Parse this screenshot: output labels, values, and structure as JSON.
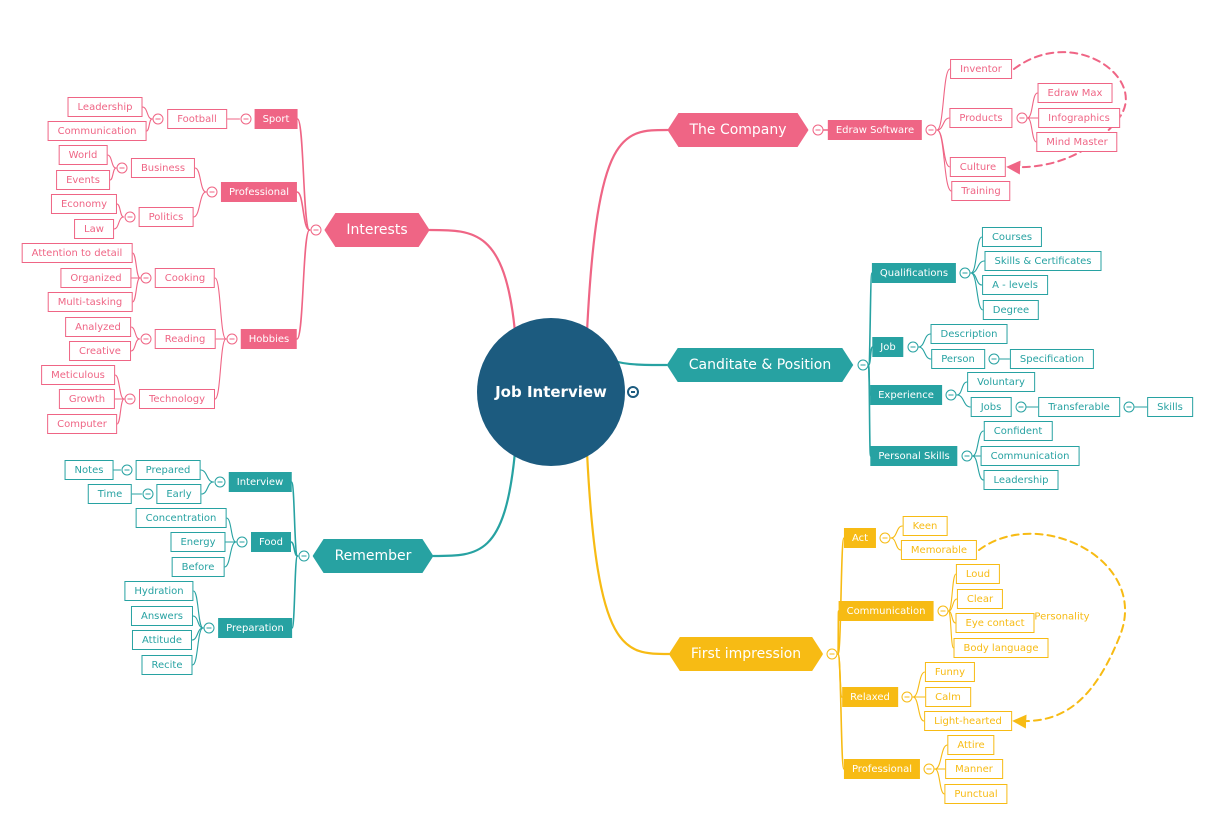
{
  "root": {
    "id": "root",
    "label": "Job Interview",
    "color": "#1c5b7f"
  },
  "branches": [
    {
      "id": "company",
      "label": "The Company",
      "color": "#ef6585",
      "children": [
        {
          "id": "edraw",
          "label": "Edraw Software",
          "children": [
            {
              "id": "inventor",
              "label": "Inventor"
            },
            {
              "id": "products",
              "label": "Products",
              "children": [
                {
                  "id": "edrawmax",
                  "label": "Edraw Max"
                },
                {
                  "id": "infographics",
                  "label": "Infographics"
                },
                {
                  "id": "mindmaster",
                  "label": "Mind Master"
                }
              ]
            },
            {
              "id": "culture",
              "label": "Culture"
            },
            {
              "id": "training",
              "label": "Training"
            }
          ]
        }
      ]
    },
    {
      "id": "candidate",
      "label": "Canditate & Position",
      "color": "#27a2a2",
      "children": [
        {
          "id": "qualifications",
          "label": "Qualifications",
          "children": [
            {
              "id": "courses",
              "label": "Courses"
            },
            {
              "id": "skillscert",
              "label": "Skills & Certificates"
            },
            {
              "id": "alevels",
              "label": "A - levels"
            },
            {
              "id": "degree",
              "label": "Degree"
            }
          ]
        },
        {
          "id": "job",
          "label": "Job",
          "children": [
            {
              "id": "description",
              "label": "Description"
            },
            {
              "id": "person",
              "label": "Person",
              "children": [
                {
                  "id": "specification",
                  "label": "Specification"
                }
              ]
            }
          ]
        },
        {
          "id": "experience",
          "label": "Experience",
          "children": [
            {
              "id": "voluntary",
              "label": "Voluntary"
            },
            {
              "id": "jobs",
              "label": "Jobs",
              "children": [
                {
                  "id": "transferable",
                  "label": "Transferable",
                  "children": [
                    {
                      "id": "skills",
                      "label": "Skills"
                    }
                  ]
                }
              ]
            }
          ]
        },
        {
          "id": "personalskills",
          "label": "Personal Skills",
          "children": [
            {
              "id": "confident",
              "label": "Confident"
            },
            {
              "id": "communication2",
              "label": "Communication"
            },
            {
              "id": "leadership2",
              "label": "Leadership"
            }
          ]
        }
      ]
    },
    {
      "id": "first",
      "label": "First impression",
      "color": "#f7bb14",
      "children": [
        {
          "id": "act",
          "label": "Act",
          "children": [
            {
              "id": "keen",
              "label": "Keen"
            },
            {
              "id": "memorable",
              "label": "Memorable"
            }
          ]
        },
        {
          "id": "comm3",
          "label": "Communication",
          "children": [
            {
              "id": "loud",
              "label": "Loud"
            },
            {
              "id": "clear",
              "label": "Clear"
            },
            {
              "id": "eyecontact",
              "label": "Eye contact"
            },
            {
              "id": "bodylanguage",
              "label": "Body language"
            }
          ]
        },
        {
          "id": "relaxed",
          "label": "Relaxed",
          "children": [
            {
              "id": "funny",
              "label": "Funny"
            },
            {
              "id": "calm",
              "label": "Calm"
            },
            {
              "id": "lighthearted",
              "label": "Light-hearted"
            }
          ]
        },
        {
          "id": "professional2",
          "label": "Professional",
          "children": [
            {
              "id": "attire",
              "label": "Attire"
            },
            {
              "id": "manner",
              "label": "Manner"
            },
            {
              "id": "punctual",
              "label": "Punctual"
            }
          ]
        }
      ]
    },
    {
      "id": "interests",
      "label": "Interests",
      "color": "#ef6585",
      "children": [
        {
          "id": "sport",
          "label": "Sport",
          "children": [
            {
              "id": "football",
              "label": "Football",
              "children": [
                {
                  "id": "leadership1",
                  "label": "Leadership"
                },
                {
                  "id": "communication1",
                  "label": "Communication"
                }
              ]
            }
          ]
        },
        {
          "id": "professional1",
          "label": "Professional",
          "children": [
            {
              "id": "business",
              "label": "Business",
              "children": [
                {
                  "id": "world",
                  "label": "World"
                },
                {
                  "id": "events",
                  "label": "Events"
                }
              ]
            },
            {
              "id": "politics",
              "label": "Politics",
              "children": [
                {
                  "id": "economy",
                  "label": "Economy"
                },
                {
                  "id": "law",
                  "label": "Law"
                }
              ]
            }
          ]
        },
        {
          "id": "hobbies",
          "label": "Hobbies",
          "children": [
            {
              "id": "cooking",
              "label": "Cooking",
              "children": [
                {
                  "id": "attention",
                  "label": "Attention to detail"
                },
                {
                  "id": "organized",
                  "label": "Organized"
                },
                {
                  "id": "multitasking",
                  "label": "Multi-tasking"
                }
              ]
            },
            {
              "id": "reading",
              "label": "Reading",
              "children": [
                {
                  "id": "analyzed",
                  "label": "Analyzed"
                },
                {
                  "id": "creative",
                  "label": "Creative"
                }
              ]
            },
            {
              "id": "technology",
              "label": "Technology",
              "children": [
                {
                  "id": "meticulous",
                  "label": "Meticulous"
                },
                {
                  "id": "growth",
                  "label": "Growth"
                },
                {
                  "id": "computer",
                  "label": "Computer"
                }
              ]
            }
          ]
        }
      ]
    },
    {
      "id": "remember",
      "label": "Remember",
      "color": "#27a2a2",
      "children": [
        {
          "id": "interview",
          "label": "Interview",
          "children": [
            {
              "id": "prepared",
              "label": "Prepared",
              "children": [
                {
                  "id": "notes",
                  "label": "Notes"
                }
              ]
            },
            {
              "id": "early",
              "label": "Early",
              "children": [
                {
                  "id": "time",
                  "label": "Time"
                }
              ]
            }
          ]
        },
        {
          "id": "food",
          "label": "Food",
          "children": [
            {
              "id": "concentration",
              "label": "Concentration"
            },
            {
              "id": "energy",
              "label": "Energy"
            },
            {
              "id": "before",
              "label": "Before"
            }
          ]
        },
        {
          "id": "preparation",
          "label": "Preparation",
          "children": [
            {
              "id": "hydration",
              "label": "Hydration"
            },
            {
              "id": "answers",
              "label": "Answers"
            },
            {
              "id": "attitude",
              "label": "Attitude"
            },
            {
              "id": "recite",
              "label": "Recite"
            }
          ]
        }
      ]
    }
  ],
  "relationships": [
    {
      "from": "inventor",
      "to": "culture",
      "color": "#ef6585",
      "label": ""
    },
    {
      "from": "memorable",
      "to": "lighthearted",
      "color": "#f7bb14",
      "label": "Personality"
    }
  ]
}
